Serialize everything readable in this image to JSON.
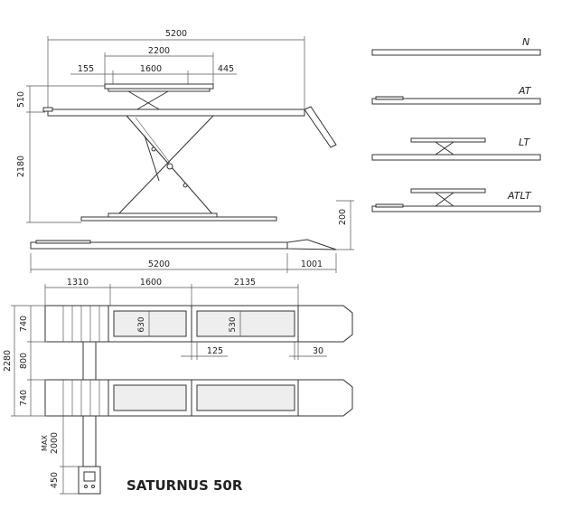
{
  "title": "SATURNUS 50R",
  "brand_color": "#d7141e",
  "side_view": {
    "overall_length": "5200",
    "platform_length": "2200",
    "left_offset": "155",
    "center_length": "1600",
    "right_offset": "445",
    "top_height": "510",
    "lift_height": "2180",
    "low_height": "200",
    "base_length": "5200",
    "ramp_length": "1001"
  },
  "variants": [
    "N",
    "AT",
    "LT",
    "ATLT"
  ],
  "top_view": {
    "seg_1": "1310",
    "seg_2": "1600",
    "seg_3": "2135",
    "platform_width": "740",
    "gap_width": "800",
    "total_width": "2280",
    "inner_width_1": "630",
    "inner_width_2": "530",
    "offset_1": "125",
    "offset_2": "30",
    "max_label": "MAX",
    "max_value": "2000",
    "console_depth": "450"
  }
}
